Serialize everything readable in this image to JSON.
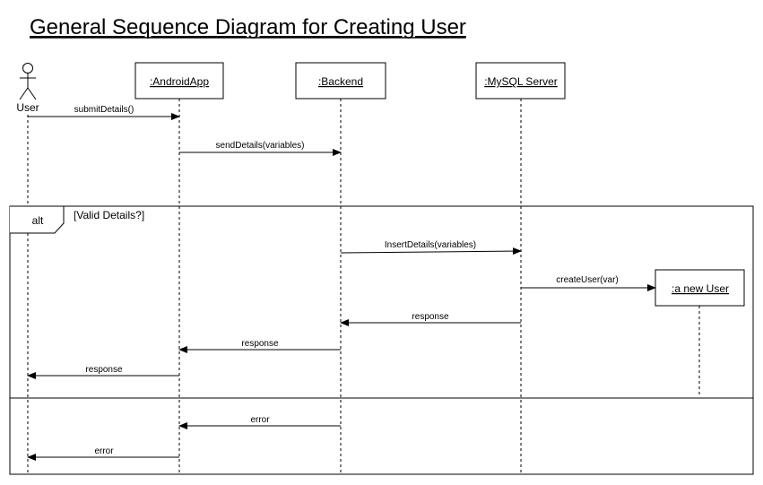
{
  "title": "General Sequence Diagram for Creating User",
  "actor": {
    "label": "User"
  },
  "participants": [
    {
      "id": "app",
      "label": ":AndroidApp"
    },
    {
      "id": "backend",
      "label": ":Backend"
    },
    {
      "id": "mysql",
      "label": ":MySQL Server"
    }
  ],
  "created_participant": {
    "id": "newuser",
    "label": ":a new User"
  },
  "alt_fragment": {
    "operator": "alt",
    "guard": "[Valid Details?]"
  },
  "messages": [
    {
      "id": "m1",
      "label": "submitDetails()",
      "from": "user",
      "to": "app",
      "kind": "sync"
    },
    {
      "id": "m2",
      "label": "sendDetails(variables)",
      "from": "app",
      "to": "backend",
      "kind": "sync"
    },
    {
      "id": "m3",
      "label": "InsertDetails(variables)",
      "from": "backend",
      "to": "mysql",
      "kind": "sync"
    },
    {
      "id": "m4",
      "label": "createUser(var)",
      "from": "mysql",
      "to": "newuser",
      "kind": "create"
    },
    {
      "id": "m5",
      "label": "response",
      "from": "mysql",
      "to": "backend",
      "kind": "sync"
    },
    {
      "id": "m6",
      "label": "response",
      "from": "backend",
      "to": "app",
      "kind": "sync"
    },
    {
      "id": "m7",
      "label": "response",
      "from": "app",
      "to": "user",
      "kind": "sync"
    },
    {
      "id": "m8",
      "label": "error",
      "from": "backend",
      "to": "app",
      "kind": "sync"
    },
    {
      "id": "m9",
      "label": "error",
      "from": "app",
      "to": "user",
      "kind": "sync"
    }
  ]
}
